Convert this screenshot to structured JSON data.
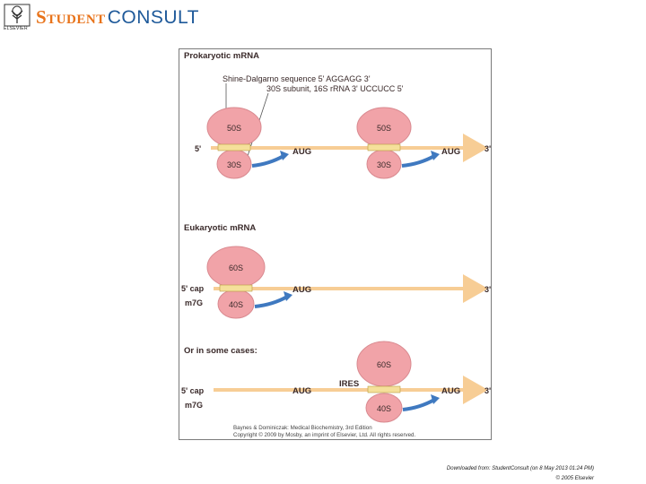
{
  "header": {
    "publisher": "ELSEVIER",
    "brand_part1": "Student",
    "brand_part2": "CONSULT"
  },
  "figure": {
    "prokaryotic": {
      "title": "Prokaryotic mRNA",
      "sd_label": "Shine-Dalgarno sequence  5' AGGAGG 3'",
      "rrna_label": "30S subunit, 16S rRNA  3' UCCUCC 5'",
      "large_subunit": "50S",
      "small_subunit": "30S",
      "start_codon": "AUG",
      "five_prime": "5'",
      "three_prime": "3'"
    },
    "eukaryotic": {
      "title": "Eukaryotic mRNA",
      "large_subunit": "60S",
      "small_subunit": "40S",
      "start_codon": "AUG",
      "cap_label": "5' cap",
      "cap_sub": "m7G",
      "three_prime": "3'"
    },
    "ires_case": {
      "title": "Or in some cases:",
      "large_subunit": "60S",
      "small_subunit": "40S",
      "ires_label": "IRES",
      "start_codon_1": "AUG",
      "start_codon_2": "AUG",
      "cap_label": "5' cap",
      "cap_sub": "m7G",
      "three_prime": "3'"
    },
    "credit_line1": "Baynes & Dominiczak: Medical Biochemistry, 3rd Edition",
    "credit_line2": "Copyright © 2009 by Mosby, an imprint of Elsevier, Ltd. All rights reserved.",
    "colors": {
      "ribosome_fill": "#f1a3a8",
      "ribosome_stroke": "#d98a90",
      "mrna": "#f7cd95",
      "binding_box": "#f5e09a",
      "arrow_blue": "#3f79c0",
      "label_text": "#3a2a2a"
    }
  },
  "footer": {
    "line1": "Downloaded from: StudentConsult (on 8 May 2013 01:24 PM)",
    "line2": "© 2005 Elsevier"
  }
}
